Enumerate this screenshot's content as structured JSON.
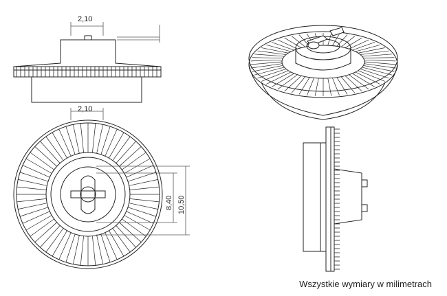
{
  "dimensions": {
    "top_view_width": "2,10",
    "front_view_width": "2,10",
    "slot_height": "8,40",
    "total_height": "10,50"
  },
  "caption": "Wszystkie wymiary w milimetrach",
  "colors": {
    "line": "#222222",
    "dim": "#555555",
    "bg": "#ffffff"
  }
}
